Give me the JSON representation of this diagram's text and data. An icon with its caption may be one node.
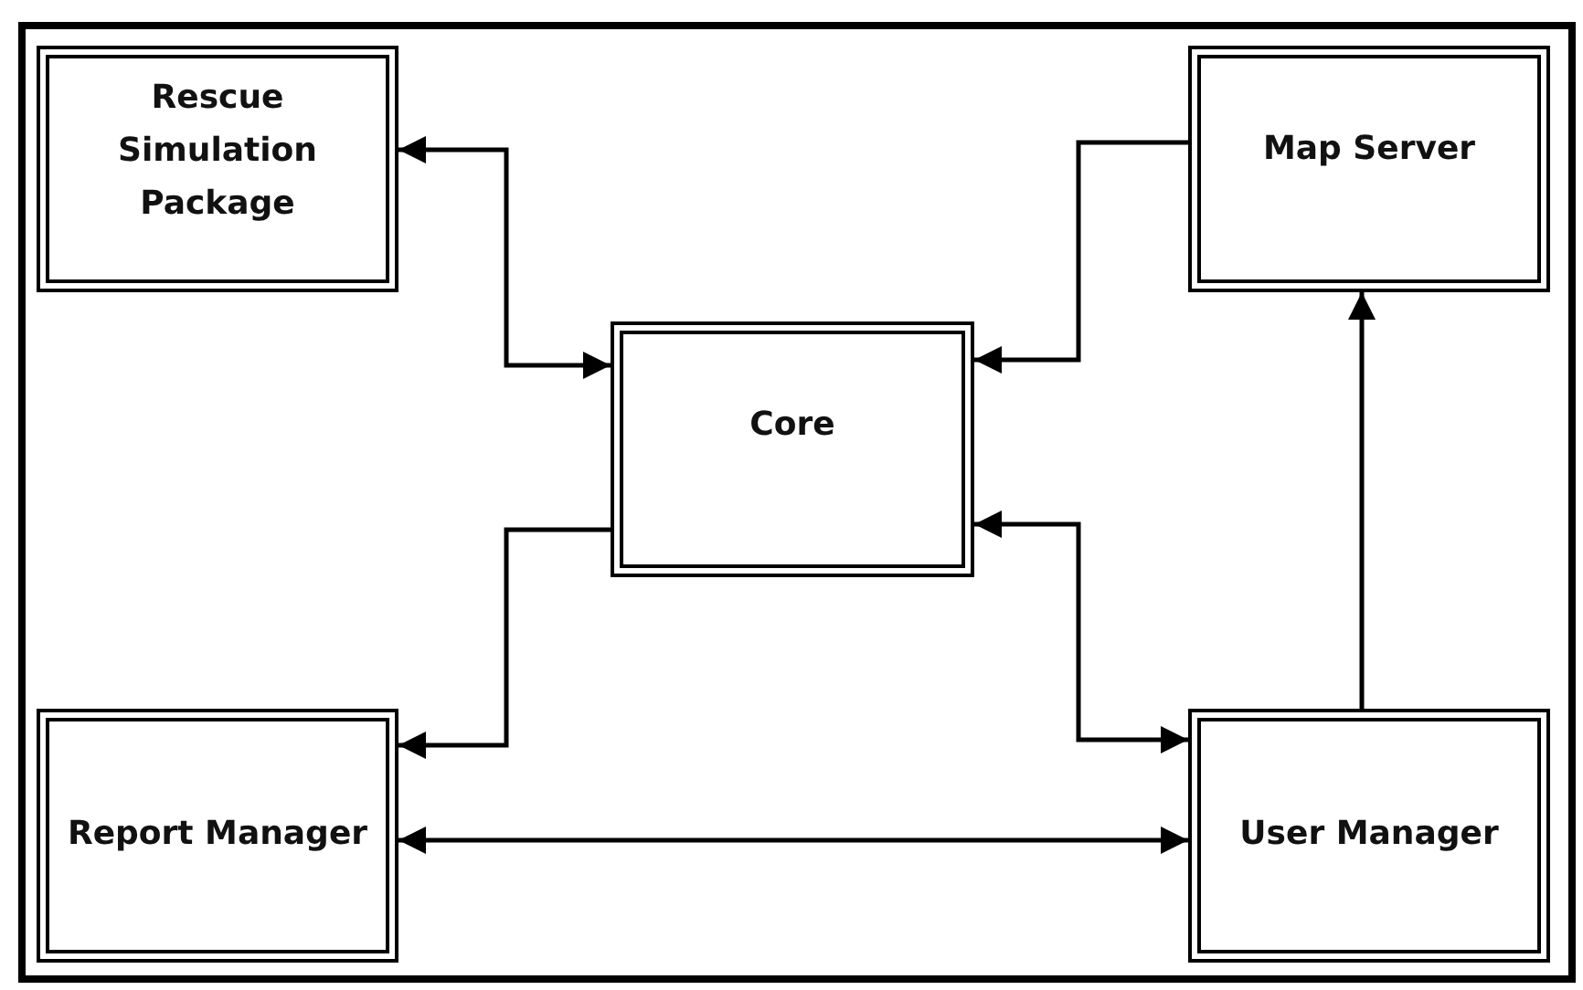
{
  "diagram": {
    "nodes": [
      {
        "text": [],
        "shape": "box"
      },
      {
        "text": [
          "Rescue Simulation Package"
        ],
        "in": 0
      },
      {
        "text": [
          "Map Server"
        ],
        "in": 0
      },
      {
        "text": [
          "Core"
        ],
        "in": 0
      },
      {
        "text": [
          "Report Manager"
        ],
        "in": 0
      },
      {
        "text": [
          "User Manager"
        ],
        "in": 0
      }
    ],
    "edges": [
      {
        "from": 1,
        "to": 3,
        "arrow": "both"
      },
      {
        "from": 2,
        "to": 3,
        "arrow": "to"
      },
      {
        "from": 3,
        "to": 4,
        "arrow": "to"
      },
      {
        "from": 3,
        "to": 5,
        "arrow": "both"
      },
      {
        "from": 4,
        "to": 5,
        "arrow": "both"
      },
      {
        "from": 5,
        "to": 2,
        "arrow": "to"
      }
    ]
  }
}
